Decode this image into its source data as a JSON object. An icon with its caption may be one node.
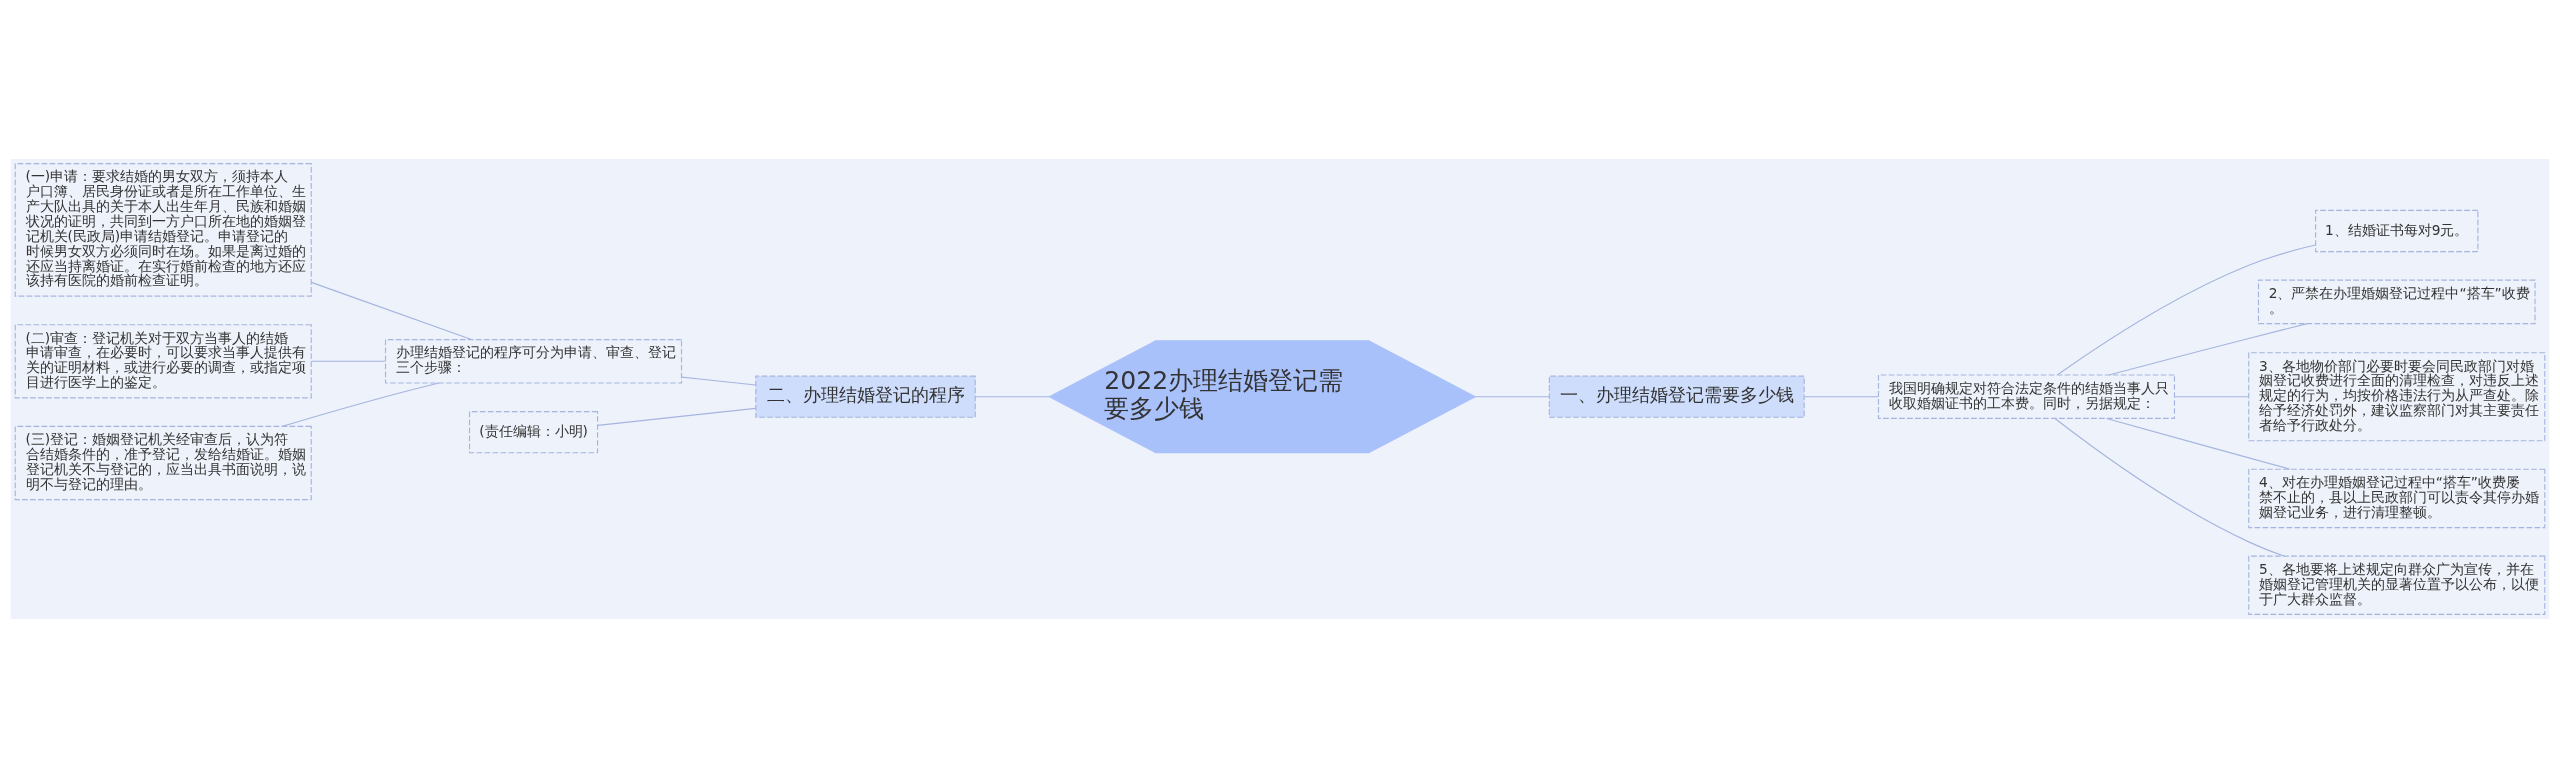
{
  "diagram": {
    "nodes": [
      {
        "text": [
          "2022办理结婚登记需要多少钱"
        ]
      },
      {
        "text": [
          "二、办理结婚登记的程序"
        ]
      },
      {
        "text": [
          "办理结婚登记的程序可分为申请、审查、登记三个步骤："
        ]
      },
      {
        "text": [
          "(一)申请：要求结婚的男女双方，须持本人户口簿、居民身份证或者是所在工作单位、生产大队出具的关于本人出生年月、民族和婚姻状况的证明，共同到一方户口所在地的婚姻登记机关(民政局)申请结婚登记。申请登记的时候男女双方必须同时在场。如果是离过婚的还应当持离婚证。在实行婚前检查的地方还应该持有医院的婚前检查证明。"
        ]
      },
      {
        "text": [
          "(二)审查：登记机关对于双方当事人的结婚申请审查，在必要时，可以要求当事人提供有关的证明材料，或进行必要的调查，或指定项目进行医学上的鉴定。"
        ]
      },
      {
        "text": [
          "(三)登记：婚姻登记机关经审查后，认为符合结婚条件的，准予登记，发给结婚证。婚姻登记机关不与登记的，应当出具书面说明，说明不与登记的理由。"
        ]
      },
      {
        "text": [
          "(责任编辑：小明)"
        ]
      },
      {
        "text": [
          "一、办理结婚登记需要多少钱"
        ]
      },
      {
        "text": [
          "我国明确规定对符合法定条件的结婚当事人只收取婚姻证书的工本费。同时，另据规定："
        ]
      },
      {
        "text": [
          "1、结婚证书每对9元。"
        ]
      },
      {
        "text": [
          "2、严禁在办理婚姻登记过程中“搭车”收费。"
        ]
      },
      {
        "text": [
          "3、各地物价部门必要时要会同民政部门对婚姻登记收费进行全面的清理检查，对违反上述规定的行为，均按价格违法行为从严查处。除给予经济处罚外，建议监察部门对其主要责任者给予行政处分。"
        ]
      },
      {
        "text": [
          "4、对在办理婚姻登记过程中“搭车”收费屡禁不止的，县以上民政部门可以责令其停办婚姻登记业务，进行清理整顿。"
        ]
      },
      {
        "text": [
          "5、各地要将上述规定向群众广为宣传，并在婚姻登记管理机关的显著位置予以公布，以便于广大群众监督。"
        ]
      }
    ],
    "edges": [
      {
        "from": 3,
        "to": 2,
        "arrow": "none"
      },
      {
        "from": 4,
        "to": 2,
        "arrow": "none"
      },
      {
        "from": 5,
        "to": 2,
        "arrow": "none"
      },
      {
        "from": 2,
        "to": 1,
        "arrow": "none"
      },
      {
        "from": 6,
        "to": 1,
        "arrow": "none"
      },
      {
        "from": 1,
        "to": 0,
        "arrow": "none"
      },
      {
        "from": 0,
        "to": 7,
        "arrow": "none"
      },
      {
        "from": 7,
        "to": 8,
        "arrow": "none"
      },
      {
        "from": 8,
        "to": 9,
        "arrow": "none"
      },
      {
        "from": 8,
        "to": 10,
        "arrow": "none"
      },
      {
        "from": 8,
        "to": 11,
        "arrow": "none"
      },
      {
        "from": 8,
        "to": 12,
        "arrow": "none"
      },
      {
        "from": 8,
        "to": 13,
        "arrow": "none"
      }
    ]
  }
}
